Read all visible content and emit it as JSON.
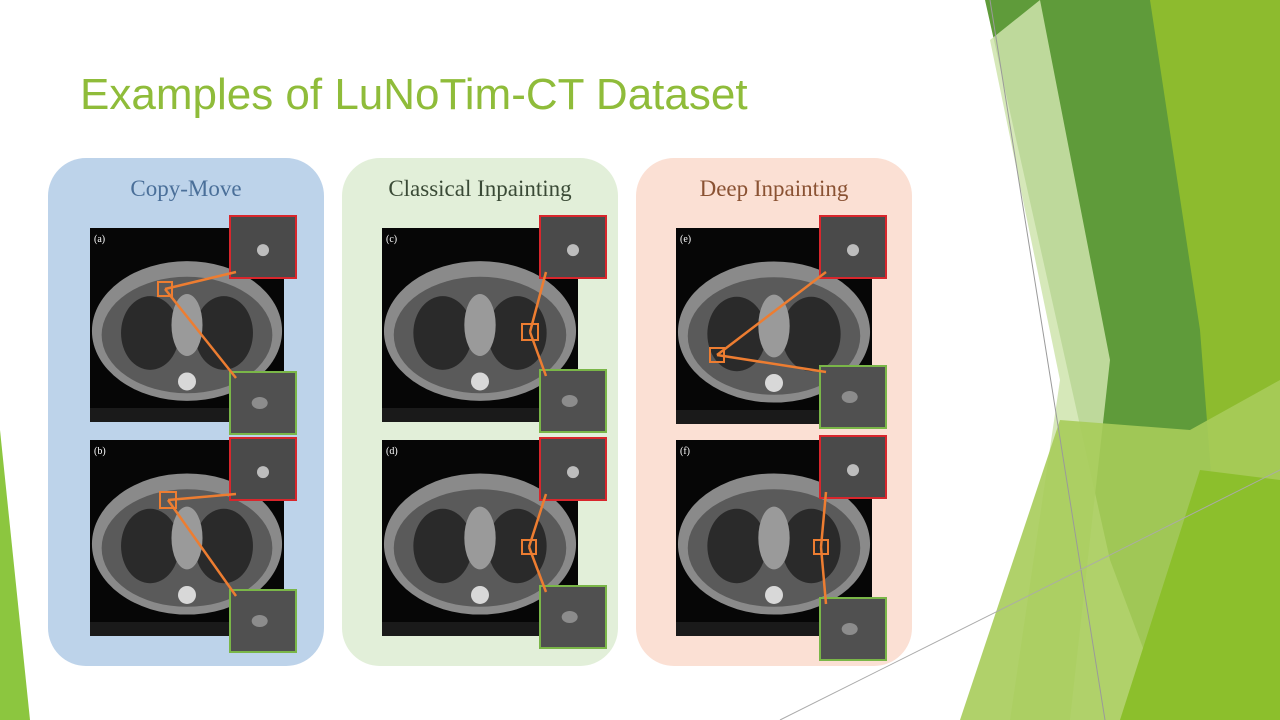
{
  "slide": {
    "title": "Examples of LuNoTim-CT Dataset"
  },
  "panels": [
    {
      "label": "Copy-Move",
      "background": "#bdd3ea",
      "label_color": "#4a6f99",
      "figures": [
        {
          "tag": "(a)"
        },
        {
          "tag": "(b)"
        }
      ]
    },
    {
      "label": "Classical Inpainting",
      "background": "#e2efd9",
      "label_color": "#3a4a36",
      "figures": [
        {
          "tag": "(c)"
        },
        {
          "tag": "(d)"
        }
      ]
    },
    {
      "label": "Deep Inpainting",
      "background": "#fbe0d4",
      "label_color": "#8a5233",
      "figures": [
        {
          "tag": "(e)"
        },
        {
          "tag": "(f)"
        }
      ]
    }
  ],
  "colors": {
    "title": "#8fbc3a",
    "zoom_red": "#d8262c",
    "zoom_green": "#7ab648",
    "marker_orange": "#ed7d31",
    "accent_green": "#6aaa2c",
    "accent_light_green": "#b9d98a"
  }
}
